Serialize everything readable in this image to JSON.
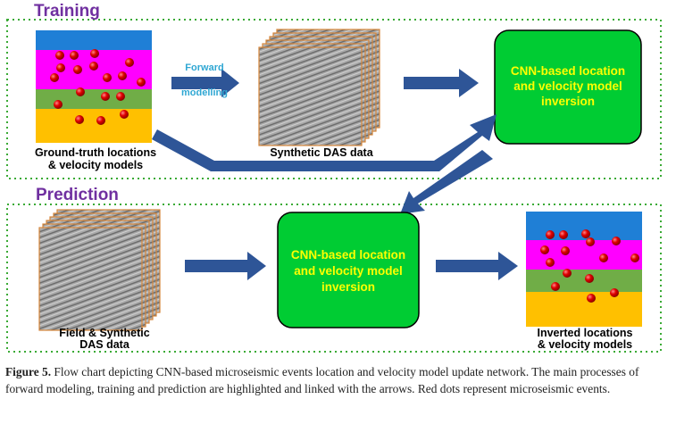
{
  "sections": {
    "training": {
      "title": "Training"
    },
    "prediction": {
      "title": "Prediction"
    }
  },
  "labels": {
    "ground_truth_line1": "Ground-truth locations",
    "ground_truth_line2": "& velocity models",
    "forward_modelling_line1": "Forward",
    "forward_modelling_line2": "modelling",
    "synthetic_das": "Synthetic DAS data",
    "cnn_line1": "CNN-based location",
    "cnn_line2": "and velocity model",
    "cnn_line3": "inversion",
    "field_das_line1": "Field & Synthetic",
    "field_das_line2": "DAS data",
    "inverted_line1": "Inverted locations",
    "inverted_line2": "& velocity models"
  },
  "caption": {
    "label": "Figure 5.",
    "text": " Flow chart depicting CNN-based microseismic events location and velocity model update network. The main processes of forward modeling, training and prediction are highlighted and linked with the arrows. Red dots represent microseismic events."
  },
  "colors": {
    "section_title": "#7030a0",
    "dotted_border": "#3aaa35",
    "cnn_box_fill": "#00cc33",
    "cnn_text": "#ffff00",
    "arrow": "#2e5597",
    "forward_text": "#2fa7d3",
    "layer_blue": "#1f7fd6",
    "layer_magenta": "#ff00ff",
    "layer_green": "#70ad47",
    "layer_yellow": "#ffc000",
    "event_dot": "#cc0000",
    "data_frame_border": "#d6863a"
  }
}
